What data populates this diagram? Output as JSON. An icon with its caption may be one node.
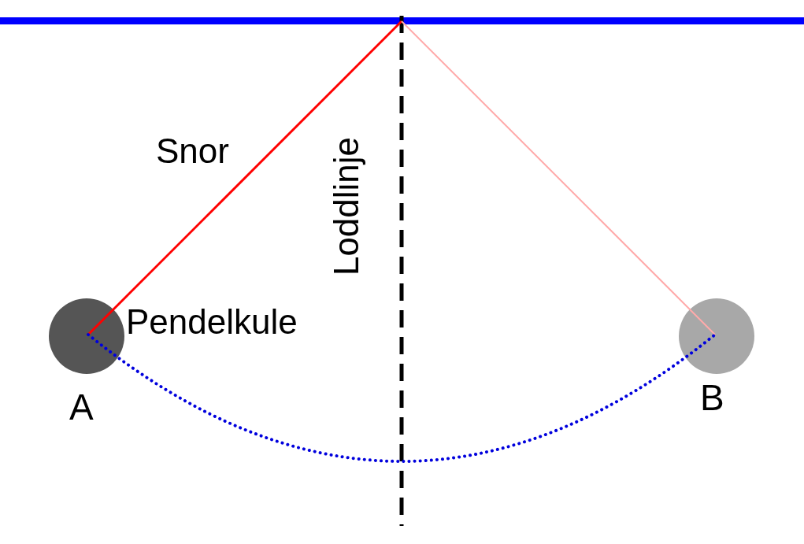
{
  "diagram": {
    "nodes": [
      {
        "text": [],
        "shape": "bar"
      },
      {
        "text": [],
        "shape": "circle",
        "beside": [
          "A"
        ]
      },
      {
        "text": [],
        "shape": "circle",
        "beside": [
          "B"
        ]
      }
    ],
    "edges": [
      {
        "from": 0,
        "to": 1,
        "arrow": "none",
        "label": "Snor",
        "color": "#ff0000"
      },
      {
        "from": 0,
        "to": 2,
        "arrow": "none",
        "color": "#ffaaaa"
      },
      {
        "from": 1,
        "to": 2,
        "arrow": "none",
        "style": "dashed",
        "color": "#0000dd"
      }
    ],
    "labels": [
      "Loddlinje",
      "Pendelkule"
    ]
  }
}
